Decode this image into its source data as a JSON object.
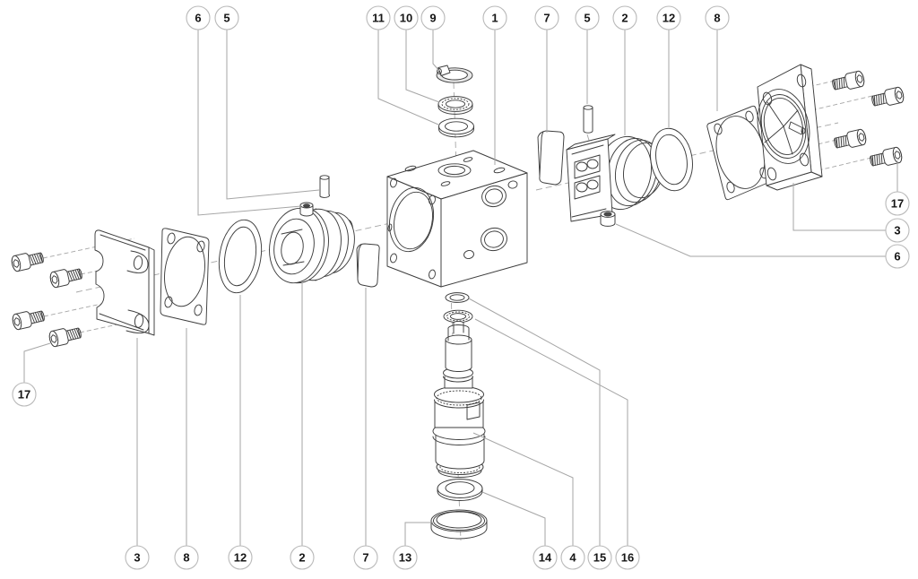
{
  "diagram": {
    "kind": "exploded-view-parts-diagram",
    "background": "#ffffff",
    "line_color": "#3d3d3d",
    "leader_color": "#a6a6a6",
    "balloon_stroke": "#b9b9b9",
    "ring_shade": "#e9e9e9"
  },
  "callouts": [
    {
      "label": "6"
    },
    {
      "label": "5"
    },
    {
      "label": "11"
    },
    {
      "label": "10"
    },
    {
      "label": "9"
    },
    {
      "label": "1"
    },
    {
      "label": "7"
    },
    {
      "label": "5"
    },
    {
      "label": "2"
    },
    {
      "label": "12"
    },
    {
      "label": "8"
    },
    {
      "label": "17"
    },
    {
      "label": "3"
    },
    {
      "label": "6"
    },
    {
      "label": "17"
    },
    {
      "label": "3"
    },
    {
      "label": "8"
    },
    {
      "label": "12"
    },
    {
      "label": "2"
    },
    {
      "label": "7"
    },
    {
      "label": "13"
    },
    {
      "label": "14"
    },
    {
      "label": "4"
    },
    {
      "label": "15"
    },
    {
      "label": "16"
    }
  ]
}
